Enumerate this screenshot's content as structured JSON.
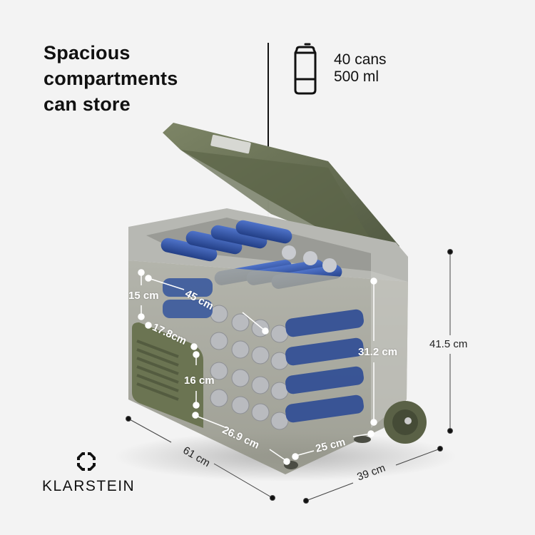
{
  "headline": {
    "lines": [
      "Spacious",
      "compartments",
      "can store"
    ]
  },
  "capacity": {
    "icon": "can-icon",
    "count_label": "40 cans",
    "volume_label": "500 ml"
  },
  "dimensions": {
    "outer_height": "41.5 cm",
    "outer_length": "61 cm",
    "outer_depth": "39 cm",
    "upper_compartment_height": "15 cm",
    "upper_compartment_length": "45 cm",
    "inner_height": "31.2 cm",
    "compressor_step_width": "17.8cm",
    "compressor_step_height": "16 cm",
    "lower_compartment_length": "26.9 cm",
    "inner_depth": "25 cm"
  },
  "brand": {
    "name": "KLARSTEIN",
    "logo": "klarstein-logo-icon"
  },
  "colors": {
    "background": "#f3f3f3",
    "lid_green": "#6b7455",
    "body_gray": "#a9aaa5",
    "can_blue": "#2f4f9a",
    "text": "#111111"
  }
}
